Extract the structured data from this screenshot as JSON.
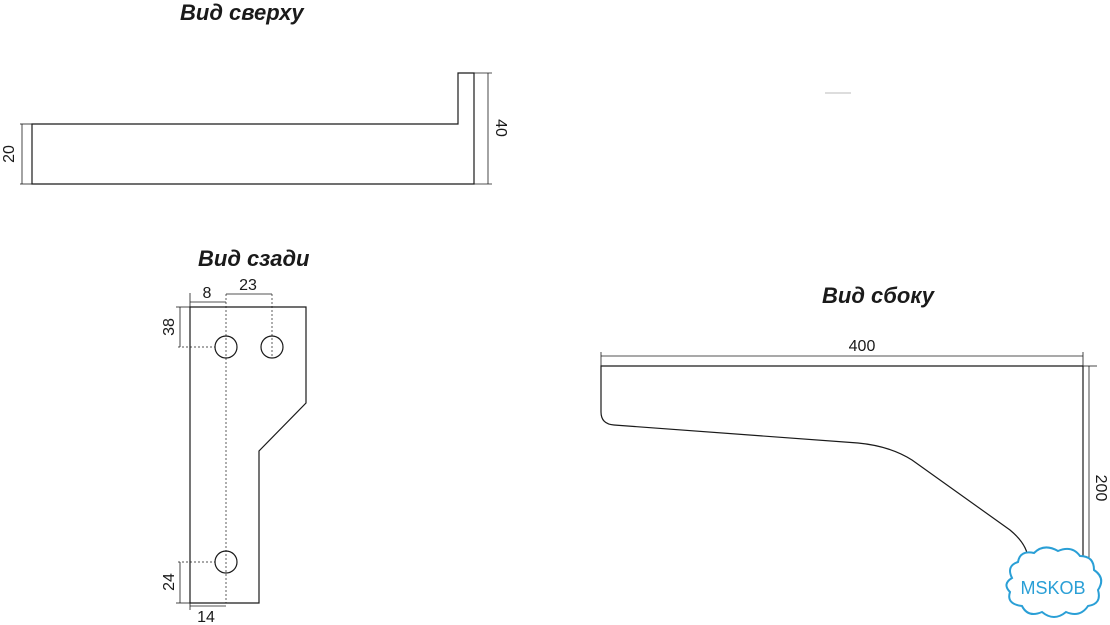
{
  "views": {
    "top": {
      "title": "Вид сверху"
    },
    "back": {
      "title": "Вид сзади"
    },
    "side": {
      "title": "Вид сбоку"
    }
  },
  "dimensions": {
    "top_height_left": "20",
    "top_height_right": "40",
    "back_hole_offset_x": "8",
    "back_hole_spacing": "23",
    "back_hole_offset_y": "38",
    "back_bottom_hole_y": "24",
    "back_bottom_hole_x": "14",
    "side_length": "400",
    "side_height": "200"
  },
  "watermark": {
    "text": "MSKOB",
    "color": "#2a9fd6"
  }
}
